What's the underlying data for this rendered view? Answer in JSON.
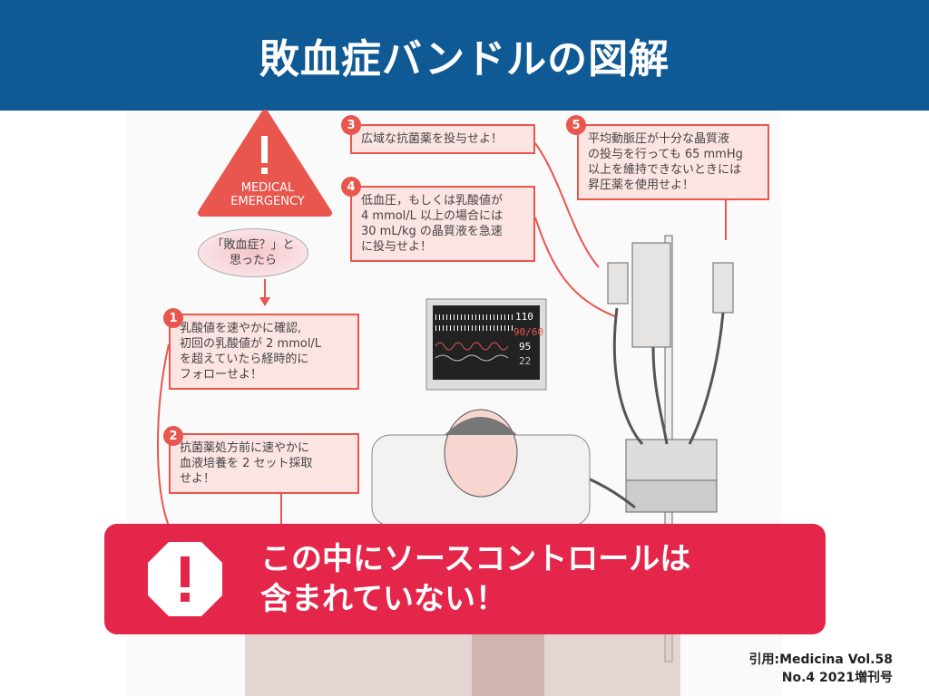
{
  "header": {
    "title": "敗血症バンドルの図解"
  },
  "illustration": {
    "warning_sign": "MEDICAL\nEMERGENCY",
    "trigger": "「敗血症？」と\n思ったら",
    "steps": [
      {
        "number": "1",
        "text": "乳酸値を速やかに確認,\n初回の乳酸値が 2 mmol/L\nを超えていたら経時的に\nフォローせよ！"
      },
      {
        "number": "2",
        "text": "抗菌薬処方前に速やかに\n血液培養を 2 セット採取\nせよ！"
      },
      {
        "number": "3",
        "text": "広域な抗菌薬を投与せよ！"
      },
      {
        "number": "4",
        "text": "低血圧，もしくは乳酸値が\n4 mmol/L 以上の場合には\n30 mL/kg の晶質液を急速\nに投与せよ！"
      },
      {
        "number": "5",
        "text": "平均動脈圧が十分な晶質液\nの投与を行っても 65 mmHg\n以上を維持できないときには\n昇圧薬を使用せよ！"
      }
    ],
    "monitor": {
      "hr": "110",
      "bp": "90/60",
      "spo2": "95",
      "rr": "22"
    }
  },
  "banner": {
    "icon": "exclamation-octagon-icon",
    "message": "この中にソースコントロールは\n含まれていない！"
  },
  "citation": "引用:Medicina Vol.58\nNo.4 2021増刊号"
}
